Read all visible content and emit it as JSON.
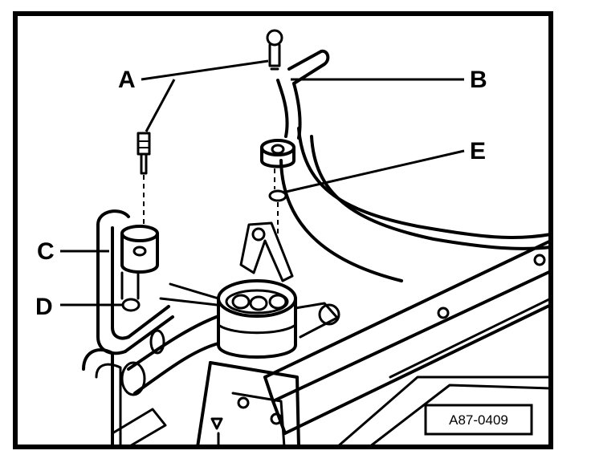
{
  "figure": {
    "callouts": {
      "a": "A",
      "b": "B",
      "c": "C",
      "d": "D",
      "e": "E"
    },
    "figure_id": "A87-0409"
  }
}
